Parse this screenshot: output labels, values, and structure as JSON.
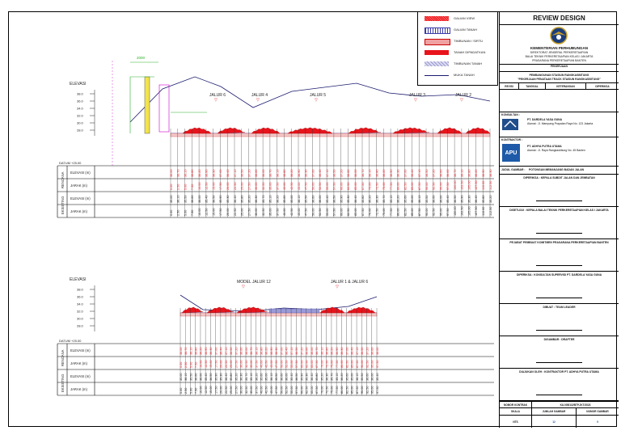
{
  "legend": [
    {
      "label": "GALIAN VIEW",
      "color": "#e8141c",
      "style": "hatch-red"
    },
    {
      "label": "GALIAN TANAH",
      "color": "#3a3aa8",
      "style": "vlines-blue"
    },
    {
      "label": "TIMBUNAN / SIRTU",
      "color": "#f0a0a0",
      "style": "pink"
    },
    {
      "label": "TANAH DIPADATKAN",
      "color": "#e8141c",
      "style": "solid-red"
    },
    {
      "label": "TIMBUNAN TANAH",
      "color": "#9a9ad8",
      "style": "hatch-blue"
    },
    {
      "label": "MUKA TANAH",
      "color": "#1a1a6e",
      "style": "line"
    }
  ],
  "title_block": {
    "title": "REVIEW DESIGN",
    "ministry": "KEMENTERIAN PERHUBUNGAN",
    "directorate": "DIREKTORAT JENDERAL PERKERETAAPIAN",
    "office": "BALAI TEKNIK PERKERETAAPIAN KELAS I JAKARTA",
    "unit": "PRASARANA PERKERETAAPIAN BANTEN",
    "work_label": "PEKERJAAN",
    "work_name": "PEMBANGUNAN STASIUN RANGKASBITUNG",
    "work_desc": "\"PEKERJAAN PENATAAN TRACK STASIUN RANGKASBITUNG\"",
    "rev_headers": [
      "REVISI",
      "TANGGAL",
      "KETERANGAN",
      "DIPERIKSA"
    ],
    "consultant_label": "KONSULTAN :",
    "consultant_name": "PT. DARDELA YASA GUNA",
    "consultant_addr": "Alamat : Jl. Mampang Prapatan Raya No. 123 Jakarta",
    "contractor_label": "KONTRAKTOR :",
    "contractor_name": "PT. ADHYA PUTRA UTAMA",
    "contractor_addr": "Alamat : Jl. Raya Rangkasbitung No. 45 Banten",
    "contractor_logo": "APU",
    "drawing_title_label": "JUDUL GAMBAR :",
    "drawing_title": "POTONGAN MEMANJANG BADAN JALAN",
    "sig_blocks": [
      "DIPERIKSA : KEPALA SUBDIT JALAN DAN JEMBATAN",
      "DISETUJUI : KEPALA BALAI TEKNIK PERKERETAAPIAN KELAS I JAKARTA",
      "PEJABAT PEMBUAT KOMITMEN PRASARANA PERKERETAAPIAN BANTEN",
      "DIPERIKSA : KONSULTAN SUPERVISI PT. DARDELA YASA GUNA",
      "DIBUAT : TEAM LEADER",
      "DIGAMBAR : DRAFTER",
      "DIAJUKAN OLEH : KONTRAKTOR PT. ADHYA PUTRA UTAMA"
    ],
    "contract_label": "NOMOR KONTRAK",
    "contract_no": "KU.005/1/2/BTP.JKT/2023",
    "bottom_headers": [
      "SKALA",
      "JUMLAH GAMBAR",
      "NOMOR GAMBAR"
    ],
    "bottom_values": [
      "NTS",
      "12",
      "9"
    ]
  },
  "profile_top": {
    "datum": "ELEVASI",
    "row_labels": [
      "ELEVASI (m)",
      "JARAK (m)",
      "ELEVASI (m)",
      "JARAK (m)"
    ],
    "group_labels": [
      "RENCANA",
      "EKSISTING"
    ],
    "datum_value": "DATUM +25.00",
    "tracks": [
      "JALUR 6",
      "JALUR 4",
      "JALUR 5",
      "JALUR 3",
      "JALUR 2"
    ],
    "dim_label": "2000",
    "yticks": [
      "38.0",
      "36.0",
      "34.0",
      "32.0",
      "30.0",
      "28.0"
    ]
  },
  "profile_bottom": {
    "datum": "ELEVASI",
    "row_labels": [
      "ELEVASI (m)",
      "JARAK (m)",
      "ELEVASI (m)",
      "JARAK (m)"
    ],
    "group_labels": [
      "RENCANA",
      "EKSISTING"
    ],
    "datum_value": "DATUM +25.00",
    "tracks": [
      "MODEL JALUR 12",
      "JALUR 1 & JALUR 6"
    ],
    "yticks": [
      "38.0",
      "36.0",
      "34.0",
      "32.0",
      "30.0",
      "28.0"
    ]
  }
}
